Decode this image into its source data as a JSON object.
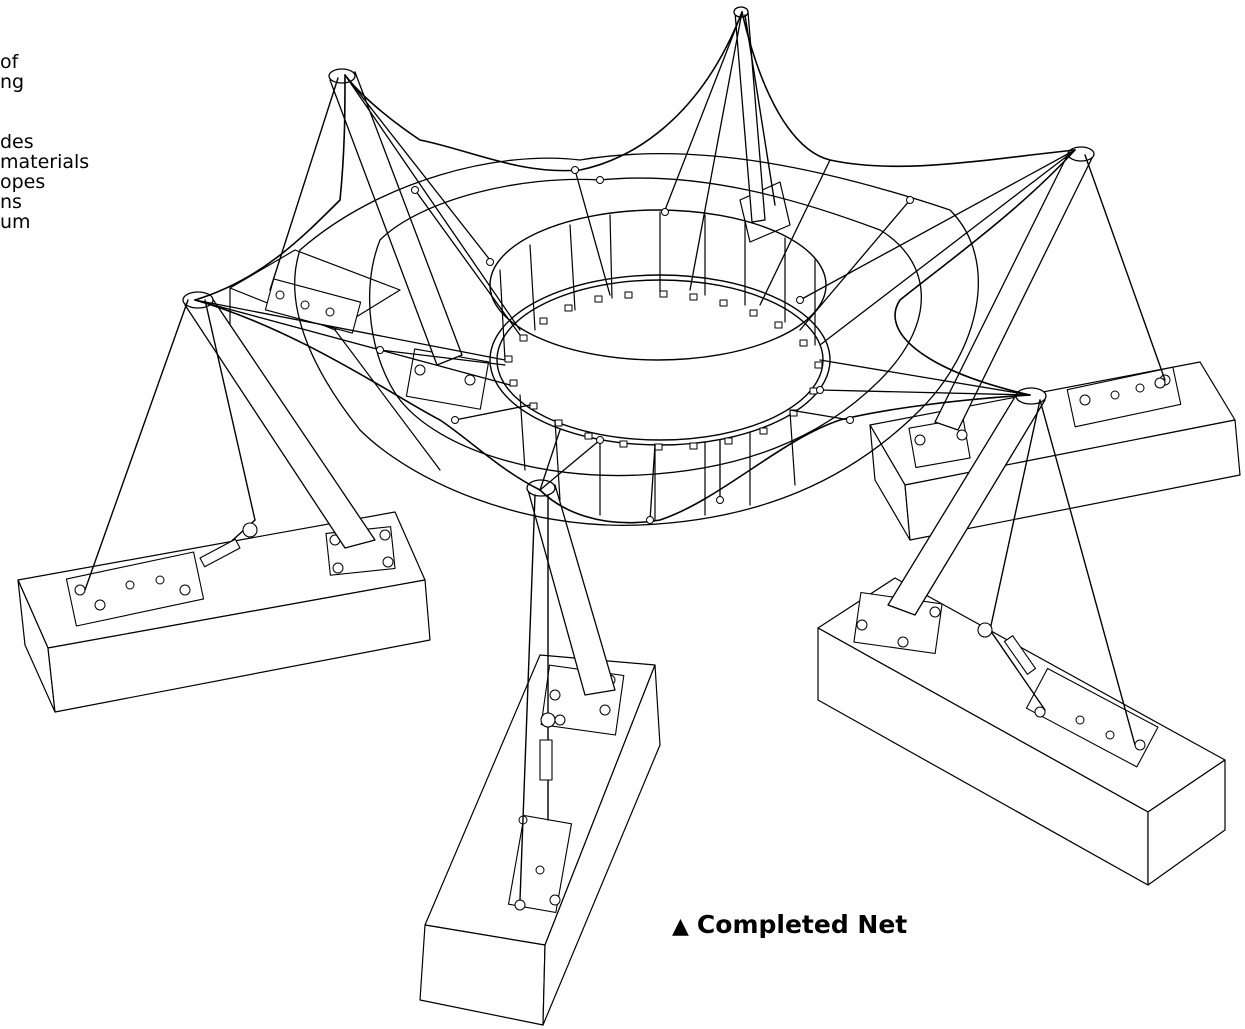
{
  "side_text": {
    "lines_top": [
      "of",
      "ng"
    ],
    "lines_bottom": [
      "des",
      "materials",
      "opes",
      "ns",
      "um"
    ]
  },
  "caption": {
    "marker": "▲",
    "text": "Completed Net"
  }
}
